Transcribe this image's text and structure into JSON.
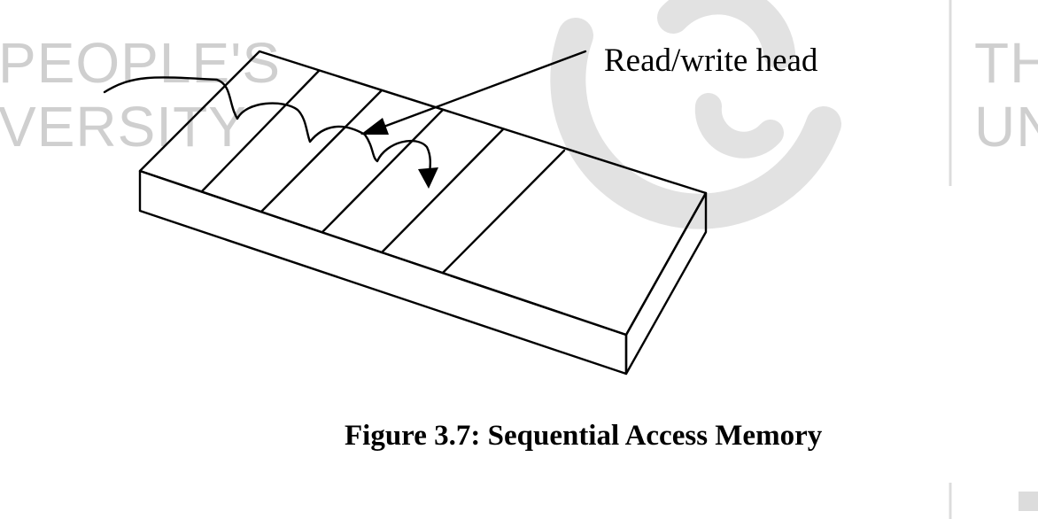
{
  "diagram": {
    "label": "Read/write head",
    "caption": "Figure 3.7: Sequential Access Memory"
  },
  "watermark": {
    "left_line1": "PEOPLE'S",
    "left_line2": "VERSITY",
    "right_line1": "TH",
    "right_line2": "UN",
    "color": "#cfcfcf"
  }
}
